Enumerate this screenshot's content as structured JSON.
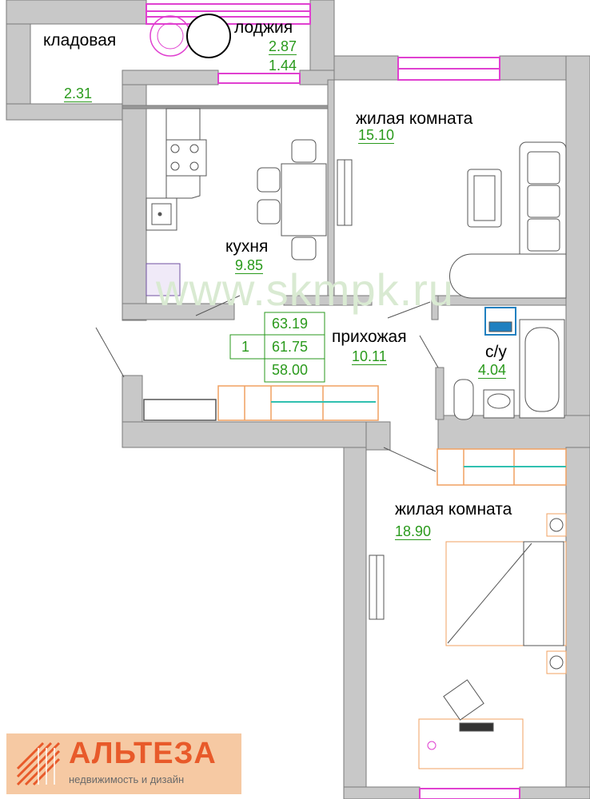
{
  "watermark": "www.skmpk.ru",
  "rooms": {
    "storage": {
      "label": "кладовая",
      "area": "2.31"
    },
    "loggia": {
      "label": "лоджия",
      "area": "2.87",
      "area_reduced": "1.44"
    },
    "living1": {
      "label": "жилая комната",
      "area": "15.10"
    },
    "kitchen": {
      "label": "кухня",
      "area": "9.85"
    },
    "hallway": {
      "label": "прихожая",
      "area": "10.11"
    },
    "bathroom": {
      "label": "с/у",
      "area": "4.04"
    },
    "living2": {
      "label": "жилая комната",
      "area": "18.90"
    }
  },
  "summary": {
    "rooms_count": "1",
    "total_area": "63.19",
    "area_reduced": "61.75",
    "living_area": "58.00"
  },
  "brand": {
    "name": "АЛЬТЕЗА",
    "tagline": "недвижимость и дизайн",
    "color": "#e85a2a",
    "bg_color": "#f6c9a3"
  },
  "colors": {
    "wall": "#c8c8c8",
    "area_text": "#2a9a1c",
    "furniture_orange": "#f0a060",
    "window_pink": "#e040d0",
    "wardrobe_teal": "#30c0b0",
    "appliance_blue": "#2080c0"
  }
}
